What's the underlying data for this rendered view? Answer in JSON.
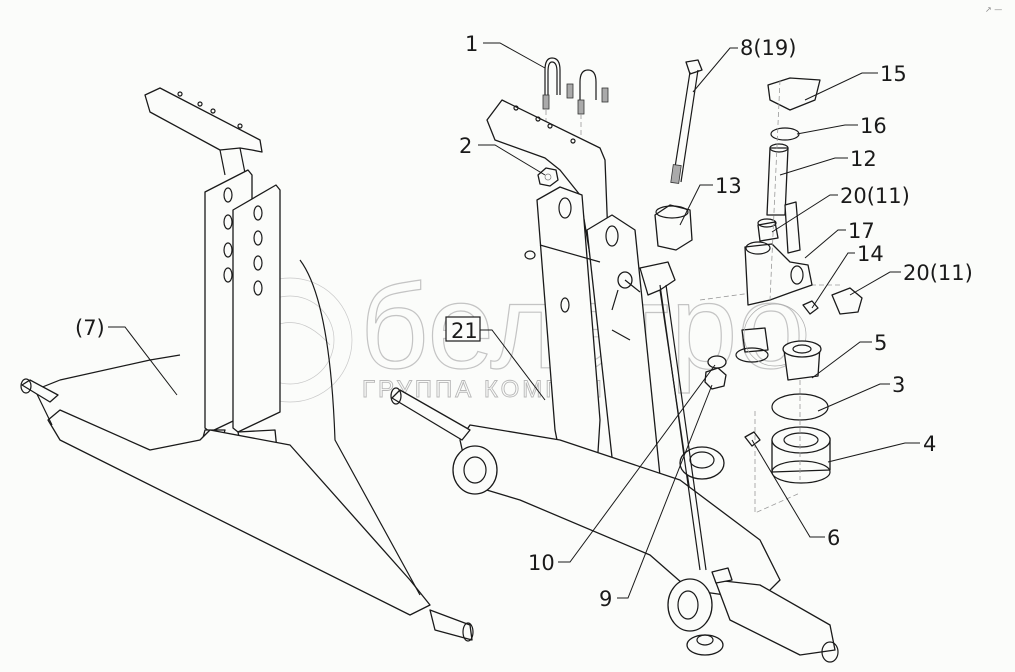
{
  "diagram": {
    "title": "Exploded view: front axle & steering pivot assembly",
    "corner_mark": "↗ —",
    "watermark": {
      "logo_text": "белагро",
      "subtitle": "ГРУППА КОМПАНИЙ"
    },
    "callouts": [
      {
        "id": "c1",
        "text": "1"
      },
      {
        "id": "c2",
        "text": "2"
      },
      {
        "id": "c8",
        "text": "8(19)"
      },
      {
        "id": "c15",
        "text": "15"
      },
      {
        "id": "c16",
        "text": "16"
      },
      {
        "id": "c12",
        "text": "12"
      },
      {
        "id": "c13",
        "text": "13"
      },
      {
        "id": "c20a",
        "text": "20(11)"
      },
      {
        "id": "c17",
        "text": "17"
      },
      {
        "id": "c14",
        "text": "14"
      },
      {
        "id": "c20b",
        "text": "20(11)"
      },
      {
        "id": "c7",
        "text": "(7)"
      },
      {
        "id": "c21",
        "text": "21"
      },
      {
        "id": "c5",
        "text": "5"
      },
      {
        "id": "c3",
        "text": "3"
      },
      {
        "id": "c4",
        "text": "4"
      },
      {
        "id": "c6",
        "text": "6"
      },
      {
        "id": "c10",
        "text": "10"
      },
      {
        "id": "c9",
        "text": "9"
      }
    ]
  }
}
